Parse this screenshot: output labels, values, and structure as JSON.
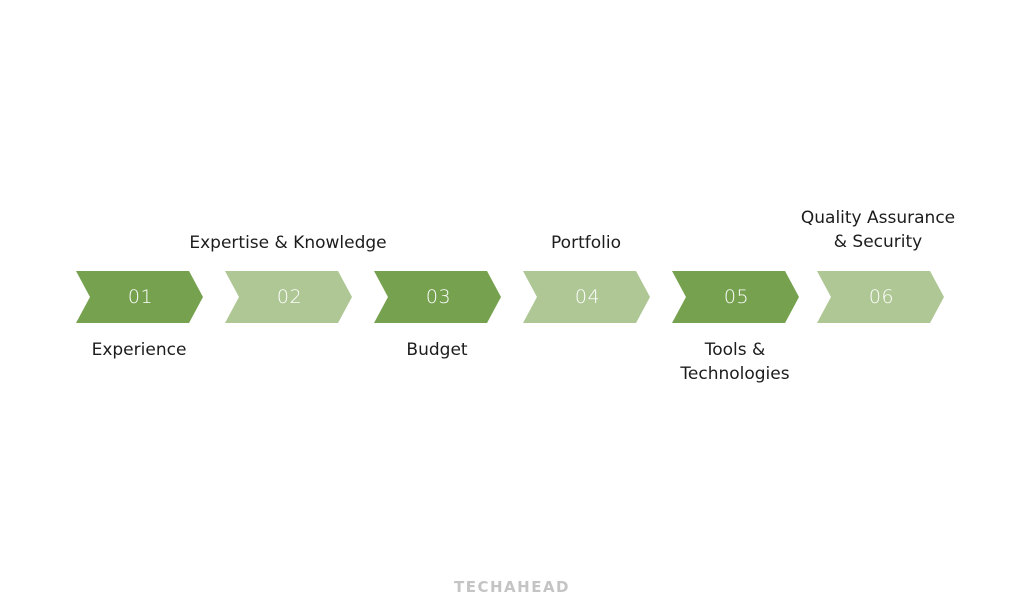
{
  "steps": [
    {
      "num": "01",
      "label": "Experience",
      "label_line2": "",
      "position": "below",
      "shade": "dark"
    },
    {
      "num": "02",
      "label": "Expertise & Knowledge",
      "label_line2": "",
      "position": "above",
      "shade": "light"
    },
    {
      "num": "03",
      "label": "Budget",
      "label_line2": "",
      "position": "below",
      "shade": "dark"
    },
    {
      "num": "04",
      "label": "Portfolio",
      "label_line2": "",
      "position": "above",
      "shade": "light"
    },
    {
      "num": "05",
      "label": "Tools &",
      "label_line2": "Technologies",
      "position": "below",
      "shade": "dark"
    },
    {
      "num": "06",
      "label": "Quality Assurance",
      "label_line2": "& Security",
      "position": "above",
      "shade": "light"
    }
  ],
  "colors": {
    "dark": "#76a250",
    "light": "#aec795",
    "text": "#1c1c1c",
    "brand": "#c4c4c4"
  },
  "brand": "TECHAHEAD"
}
